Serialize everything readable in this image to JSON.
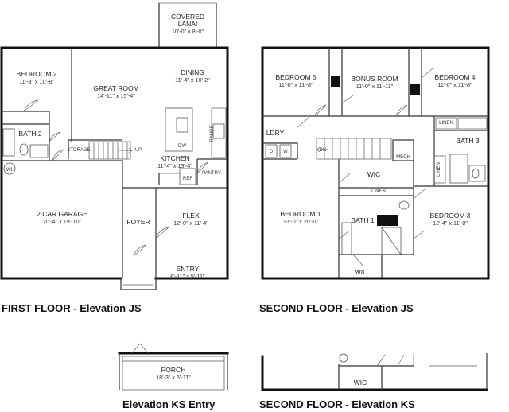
{
  "first_floor": {
    "caption": "FIRST FLOOR - Elevation JS",
    "rooms": {
      "lanai": {
        "name_1": "COVERED",
        "name_2": "LANAI",
        "dims": "10'-0\" x 8'-0\""
      },
      "bedroom2": {
        "name": "BEDROOM 2",
        "dims": "11'-8\" x 10'-8\""
      },
      "great_room": {
        "name": "GREAT ROOM",
        "dims": "14'-11\" x 15'-4\""
      },
      "dining": {
        "name": "DINING",
        "dims": "11'-4\" x 10'-2\""
      },
      "bath2": {
        "name": "BATH 2"
      },
      "storage": {
        "name": "STORAGE"
      },
      "up": {
        "name": "UP"
      },
      "kitchen": {
        "name": "KITCHEN",
        "dims": "11'-4\" x 13'-4\""
      },
      "range": {
        "name": "RANGE"
      },
      "dw": {
        "name": "DW"
      },
      "ref": {
        "name": "REF"
      },
      "pantry": {
        "name": "PANTRY"
      },
      "wh": {
        "name": "WH"
      },
      "garage": {
        "name": "2 CAR GARAGE",
        "dims": "20'-4\" x 19'-10\""
      },
      "foyer": {
        "name": "FOYER"
      },
      "flex": {
        "name": "FLEX",
        "dims": "12'-0\" x 11'-4\""
      },
      "entry": {
        "name": "ENTRY",
        "dims": "6'-11\" x 5'-11\""
      }
    }
  },
  "second_floor": {
    "caption": "SECOND FLOOR - Elevation JS",
    "rooms": {
      "bedroom5": {
        "name": "BEDROOM 5",
        "dims": "11'-0\" x 11'-8\""
      },
      "bonus": {
        "name": "BONUS ROOM",
        "dims": "11'-0\" x 11'-11\""
      },
      "bedroom4": {
        "name": "BEDROOM 4",
        "dims": "11'-0\" x 11'-8\""
      },
      "ldry": {
        "name": "LDRY"
      },
      "d": {
        "name": "D"
      },
      "w": {
        "name": "W"
      },
      "dn": {
        "name": "DN"
      },
      "mech": {
        "name": "MECH"
      },
      "linen_top": {
        "name": "LINEN"
      },
      "bath3": {
        "name": "BATH 3"
      },
      "linen_side": {
        "name": "LINEN"
      },
      "wic": {
        "name": "WIC"
      },
      "linen_mid": {
        "name": "LINEN"
      },
      "bedroom1": {
        "name": "BEDROOM 1",
        "dims": "13'-0\" x 20'-0\""
      },
      "bath1": {
        "name": "BATH 1"
      },
      "bedroom3": {
        "name": "BEDROOM 3",
        "dims": "12'-4\" x 11'-8\""
      },
      "wic_bottom": {
        "name": "WIC"
      }
    }
  },
  "ks_entry": {
    "caption": "Elevation KS Entry",
    "porch": {
      "name": "PORCH",
      "dims": "18'-3\" x 5'-11\""
    }
  },
  "ks_second": {
    "caption": "SECOND FLOOR - Elevation KS",
    "wic": {
      "name": "WIC"
    }
  }
}
